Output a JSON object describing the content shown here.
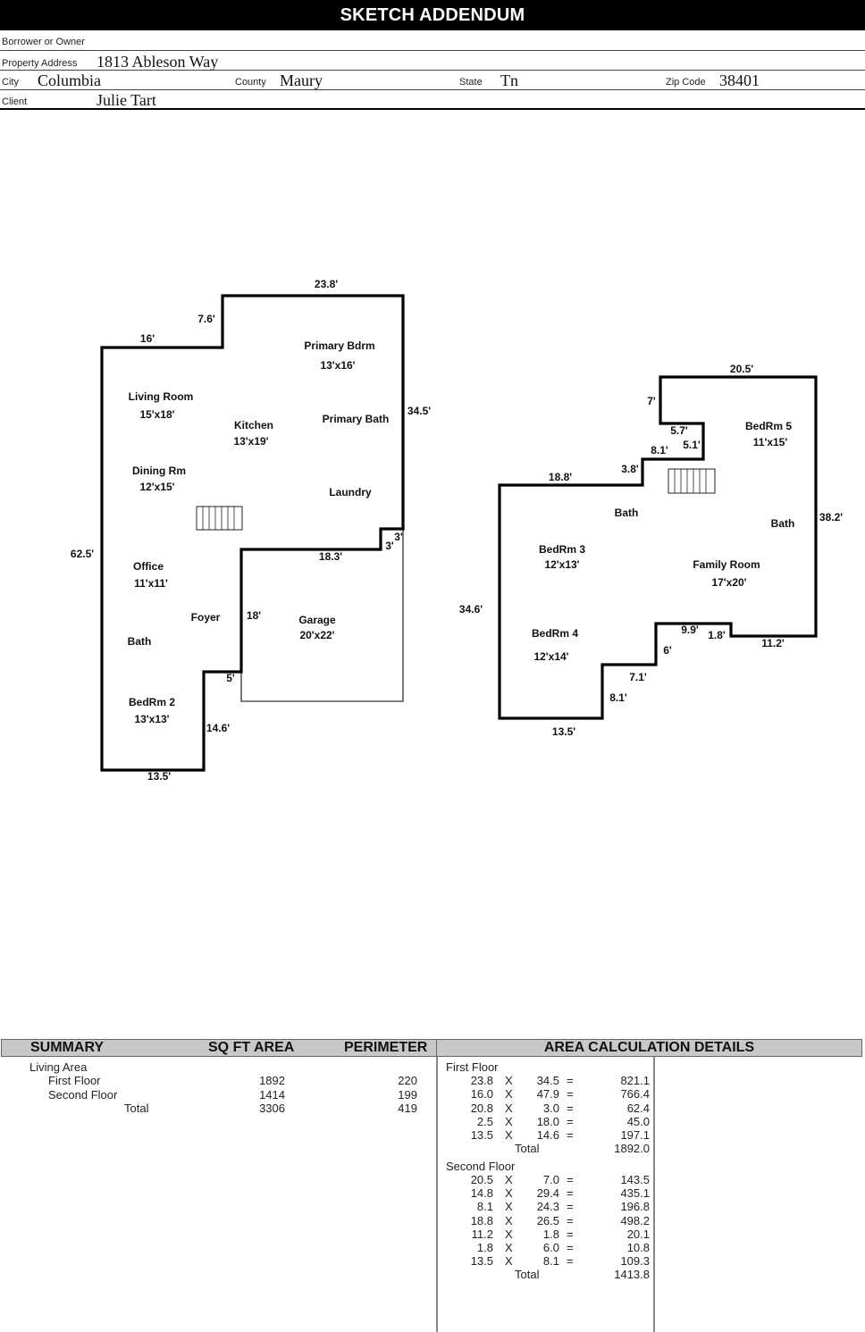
{
  "title": "SKETCH ADDENDUM",
  "header": {
    "borrower_label": "Borrower or Owner",
    "borrower_value": "",
    "address_label": "Property Address",
    "address_value": "1813 Ableson Way",
    "city_label": "City",
    "city_value": "Columbia",
    "county_label": "County",
    "county_value": "Maury",
    "state_label": "State",
    "state_value": "Tn",
    "zip_label": "Zip Code",
    "zip_value": "38401",
    "client_label": "Client",
    "client_value": "Julie Tart"
  },
  "first_floor": {
    "dimensions": {
      "top": "23.8'",
      "step_v": "7.6'",
      "step_h": "16'",
      "right": "34.5'",
      "left": "62.5'",
      "notch_v": "3'",
      "notch_h": "3'",
      "garage_top": "18.3'",
      "garage_side": "18'",
      "jog": "5'",
      "lower_v": "14.6'",
      "bottom": "13.5'"
    },
    "rooms": [
      {
        "name": "Primary Bdrm",
        "size": "13'x16'"
      },
      {
        "name": "Living Room",
        "size": "15'x18'"
      },
      {
        "name": "Kitchen",
        "size": "13'x19'"
      },
      {
        "name": "Primary Bath",
        "size": ""
      },
      {
        "name": "Dining Rm",
        "size": "12'x15'"
      },
      {
        "name": "Laundry",
        "size": ""
      },
      {
        "name": "Office",
        "size": "11'x11'"
      },
      {
        "name": "Foyer",
        "size": ""
      },
      {
        "name": "Garage",
        "size": "20'x22'"
      },
      {
        "name": "Bath",
        "size": ""
      },
      {
        "name": "BedRm 2",
        "size": "13'x13'"
      }
    ]
  },
  "second_floor": {
    "dimensions": {
      "top": "20.5'",
      "left_top": "7'",
      "step1_h": "5.7'",
      "step1_v": "5.1'",
      "step2_h": "8.1'",
      "step2_v": "3.8'",
      "upper_left": "18.8'",
      "right": "38.2'",
      "left": "34.6'",
      "br_h": "11.2'",
      "br_v": "1.8'",
      "mid_h": "9.9'",
      "mid_v": "6'",
      "low_h": "7.1'",
      "low_v": "8.1'",
      "bottom": "13.5'"
    },
    "rooms": [
      {
        "name": "BedRm 5",
        "size": "11'x15'"
      },
      {
        "name": "Bath",
        "size": ""
      },
      {
        "name": "Bath",
        "size": ""
      },
      {
        "name": "BedRm 3",
        "size": "12'x13'"
      },
      {
        "name": "Family Room",
        "size": "17'x20'"
      },
      {
        "name": "BedRm 4",
        "size": "12'x14'"
      }
    ]
  },
  "summary": {
    "headers": [
      "SUMMARY",
      "SQ FT AREA",
      "PERIMETER"
    ],
    "category": "Living Area",
    "rows": [
      {
        "label": "First Floor",
        "area": "1892",
        "perimeter": "220"
      },
      {
        "label": "Second Floor",
        "area": "1414",
        "perimeter": "199"
      },
      {
        "label": "Total",
        "area": "3306",
        "perimeter": "419"
      }
    ]
  },
  "area_details": {
    "header": "AREA CALCULATION DETAILS",
    "x_symbol": "X",
    "eq_symbol": "=",
    "floors": [
      {
        "name": "First Floor",
        "rows": [
          {
            "a": "23.8",
            "b": "34.5",
            "result": "821.1"
          },
          {
            "a": "16.0",
            "b": "47.9",
            "result": "766.4"
          },
          {
            "a": "20.8",
            "b": "3.0",
            "result": "62.4"
          },
          {
            "a": "2.5",
            "b": "18.0",
            "result": "45.0"
          },
          {
            "a": "13.5",
            "b": "14.6",
            "result": "197.1"
          }
        ],
        "total_label": "Total",
        "total": "1892.0"
      },
      {
        "name": "Second Floor",
        "rows": [
          {
            "a": "20.5",
            "b": "7.0",
            "result": "143.5"
          },
          {
            "a": "14.8",
            "b": "29.4",
            "result": "435.1"
          },
          {
            "a": "8.1",
            "b": "24.3",
            "result": "196.8"
          },
          {
            "a": "18.8",
            "b": "26.5",
            "result": "498.2"
          },
          {
            "a": "11.2",
            "b": "1.8",
            "result": "20.1"
          },
          {
            "a": "1.8",
            "b": "6.0",
            "result": "10.8"
          },
          {
            "a": "13.5",
            "b": "8.1",
            "result": "109.3"
          }
        ],
        "total_label": "Total",
        "total": "1413.8"
      }
    ]
  }
}
